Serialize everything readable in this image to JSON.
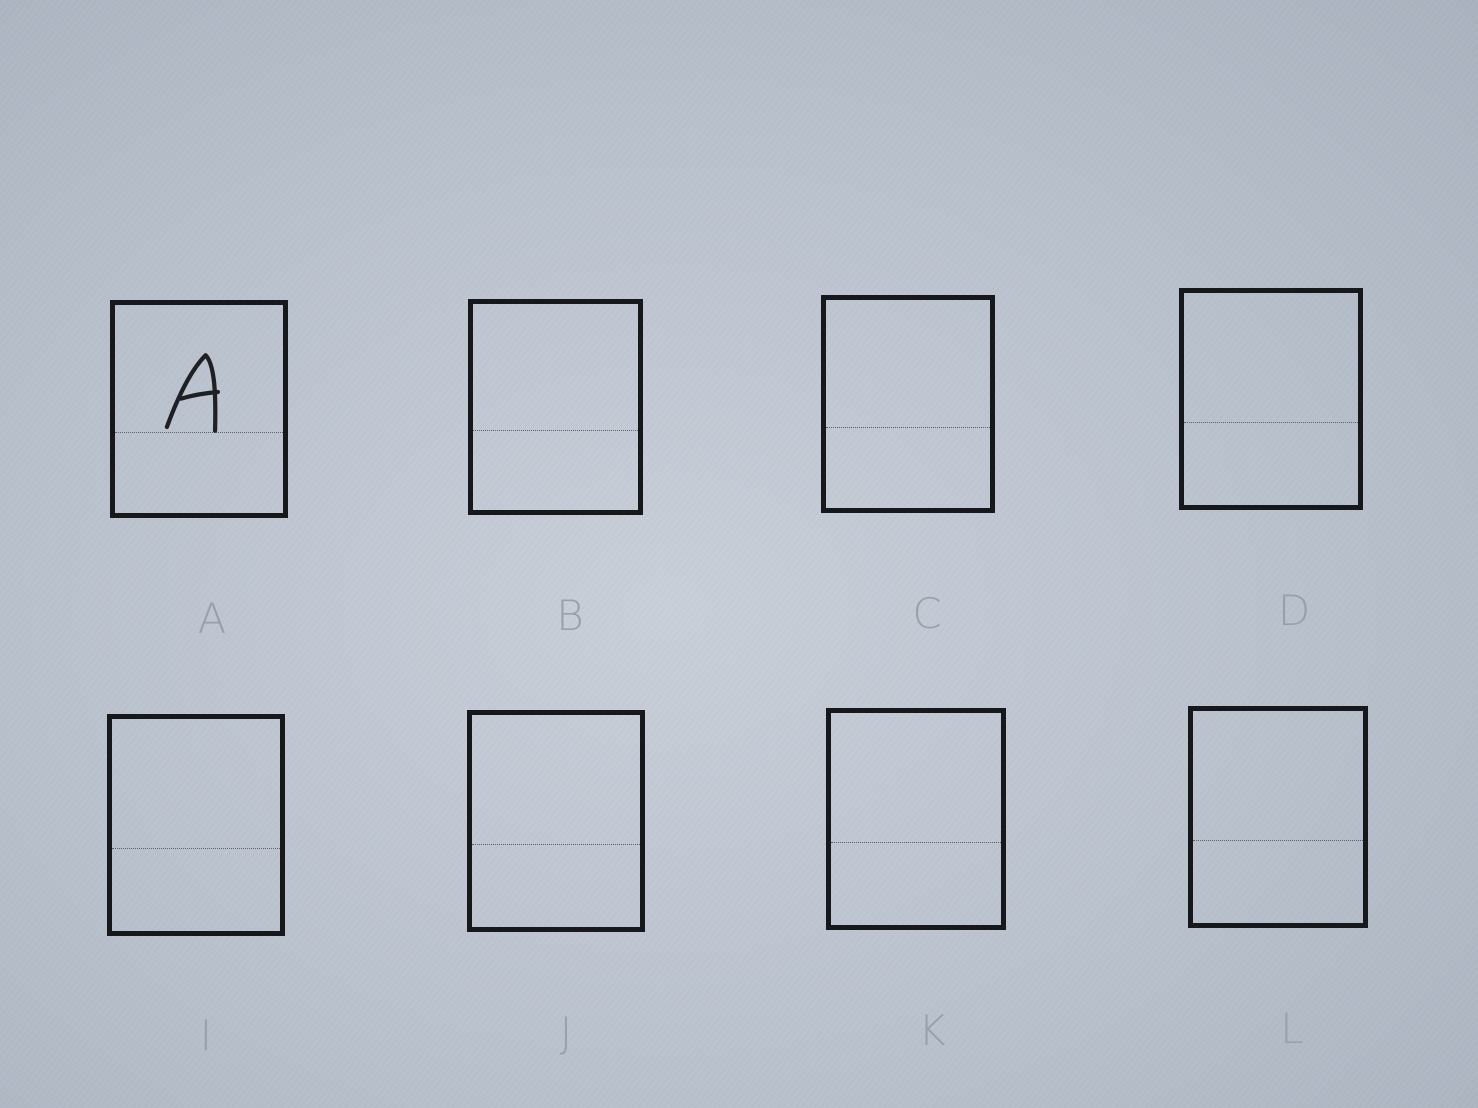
{
  "cards": [
    {
      "label": "A",
      "written": "A"
    },
    {
      "label": "B",
      "written": ""
    },
    {
      "label": "C",
      "written": ""
    },
    {
      "label": "D",
      "written": ""
    },
    {
      "label": "I",
      "written": ""
    },
    {
      "label": "J",
      "written": ""
    },
    {
      "label": "K",
      "written": ""
    },
    {
      "label": "L",
      "written": ""
    }
  ],
  "colors": {
    "paper": "#bcc3cf",
    "box_border": "#16181c",
    "caption": "#9aa0aa",
    "ink": "#1e2024"
  }
}
